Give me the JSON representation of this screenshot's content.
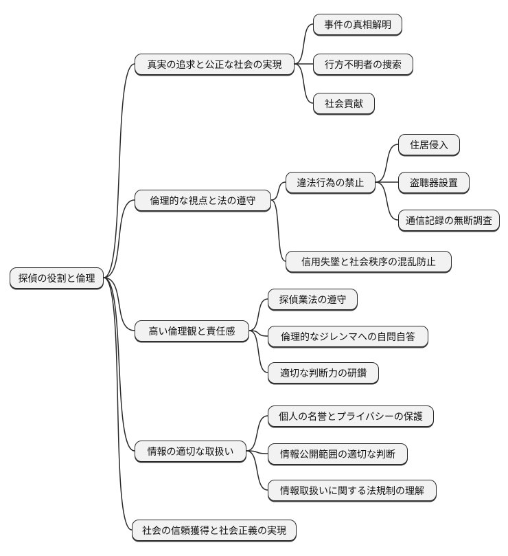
{
  "mindmap": {
    "type": "mindmap",
    "root": {
      "label": "探偵の役割と倫理",
      "children": [
        {
          "label": "真実の追求と公正な社会の実現",
          "children": [
            {
              "label": "事件の真相解明"
            },
            {
              "label": "行方不明者の捜索"
            },
            {
              "label": "社会貢献"
            }
          ]
        },
        {
          "label": "倫理的な視点と法の遵守",
          "children": [
            {
              "label": "違法行為の禁止",
              "children": [
                {
                  "label": "住居侵入"
                },
                {
                  "label": "盗聴器設置"
                },
                {
                  "label": "通信記録の無断調査"
                }
              ]
            },
            {
              "label": "信用失墜と社会秩序の混乱防止"
            }
          ]
        },
        {
          "label": "高い倫理観と責任感",
          "children": [
            {
              "label": "探偵業法の遵守"
            },
            {
              "label": "倫理的なジレンマへの自問自答"
            },
            {
              "label": "適切な判断力の研鑽"
            }
          ]
        },
        {
          "label": "情報の適切な取扱い",
          "children": [
            {
              "label": "個人の名誉とプライバシーの保護"
            },
            {
              "label": "情報公開範囲の適切な判断"
            },
            {
              "label": "情報取扱いに関する法規制の理解"
            }
          ]
        },
        {
          "label": "社会の信頼獲得と社会正義の実現"
        }
      ]
    },
    "colors": {
      "background": "#ffffff",
      "node_fill": "#f2f2f2",
      "node_border": "#2a2a2a",
      "edge_stroke": "#2a2a2a",
      "text": "#111111"
    }
  }
}
